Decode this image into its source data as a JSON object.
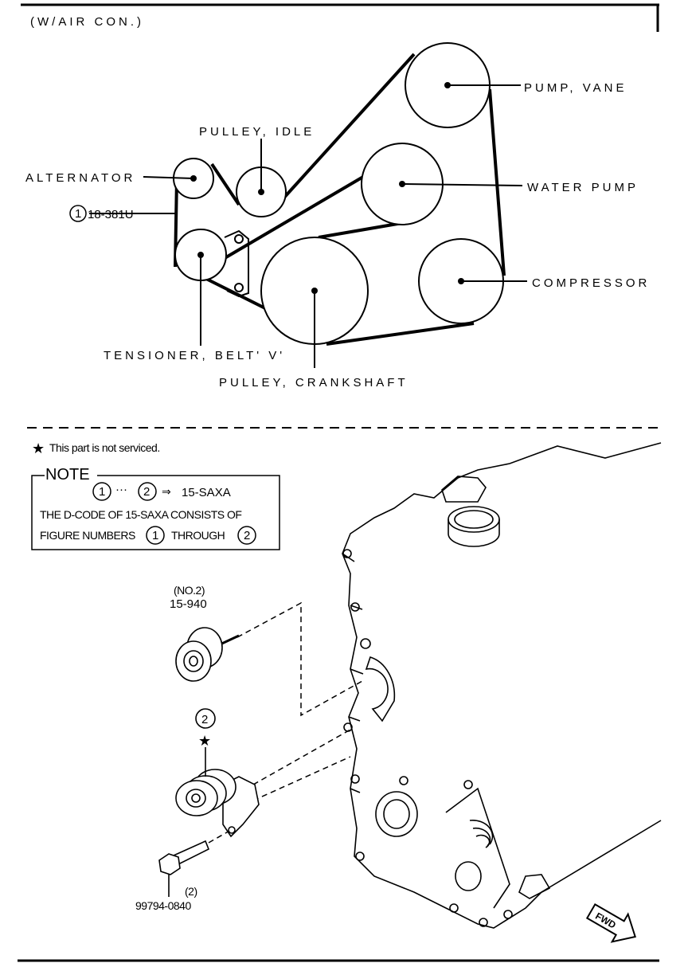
{
  "header": {
    "title": "(W/AIR  CON.)"
  },
  "belt_diagram": {
    "labels": {
      "pump_vane": "PUMP, VANE",
      "pulley_idle": "PULLEY, IDLE",
      "alternator": "ALTERNATOR",
      "water_pump": "WATER PUMP",
      "belt_ref_num": "1",
      "belt_ref": "18-381U",
      "compressor": "COMPRESSOR",
      "tensioner": "TENSIONER, BELT' V'",
      "crankshaft": "PULLEY, CRANKSHAFT"
    }
  },
  "legend": {
    "not_serviced": "This part is not serviced."
  },
  "note": {
    "title": "NOTE",
    "range_from": "1",
    "range_sep": "···",
    "range_to": "2",
    "arrow": "⇒",
    "dcode": "15-SAXA",
    "line2": "THE D-CODE OF 15-SAXA CONSISTS OF",
    "line3_a": "FIGURE NUMBERS",
    "line3_num1": "1",
    "line3_b": "THROUGH",
    "line3_num2": "2"
  },
  "parts": {
    "idler_qual": "(NO.2)",
    "idler_num": "15-940",
    "tensioner_ref": "2",
    "bolt_qty": "(2)",
    "bolt_num": "99794-0840"
  },
  "fwd": "FWD"
}
